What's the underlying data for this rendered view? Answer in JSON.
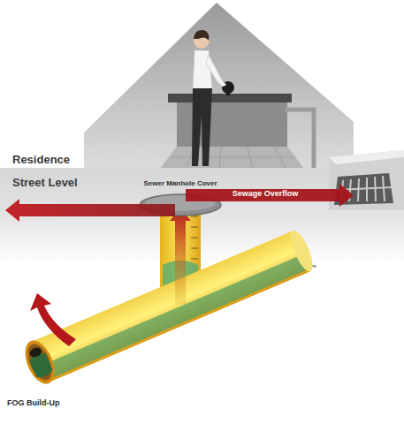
{
  "diagram": {
    "labels": [
      "Residence",
      "Street Level",
      "Sewer Manhole Cover",
      "Sewage Overflow",
      "FOG Build-Up"
    ]
  }
}
